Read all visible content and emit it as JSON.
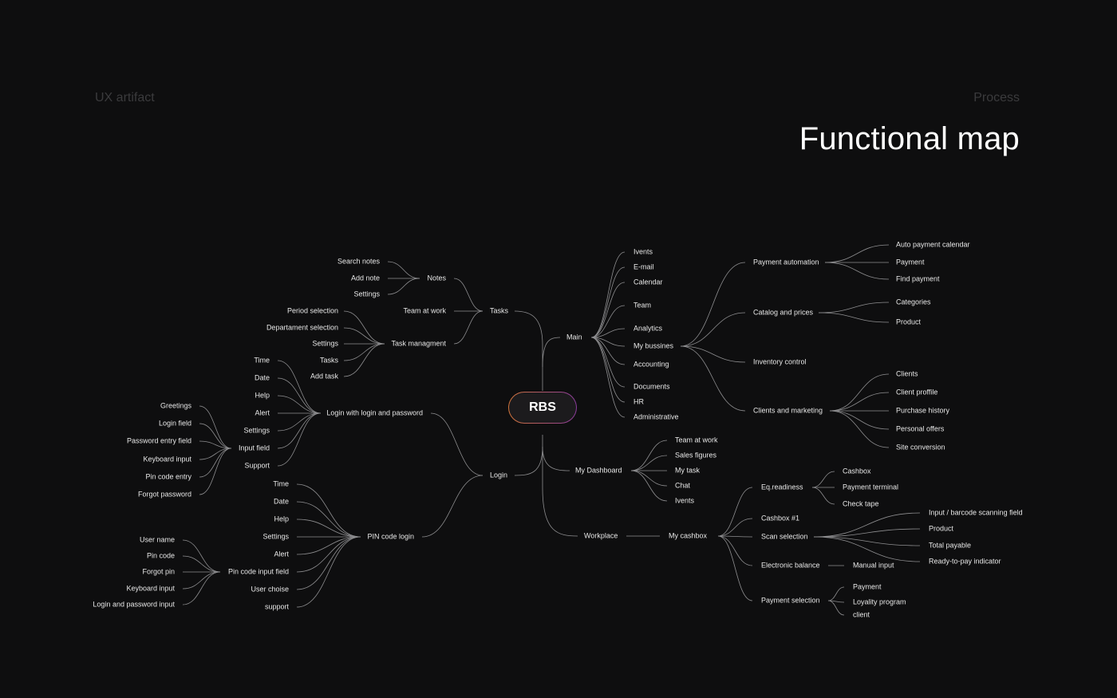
{
  "header": {
    "category": "UX artifact",
    "section": "Process",
    "title": "Functional map"
  },
  "root": "RBS",
  "tasks": {
    "label": "Tasks",
    "notes": {
      "label": "Notes",
      "items": [
        "Search notes",
        "Add note",
        "Settings"
      ]
    },
    "team_at_work": "Team at work",
    "task_management": {
      "label": "Task managment",
      "items": [
        "Period selection",
        "Departament selection",
        "Settings",
        "Tasks",
        "Add task"
      ]
    }
  },
  "login": {
    "label": "Login",
    "login_password": {
      "label": "Login with login and password",
      "items": [
        "Time",
        "Date",
        "Help",
        "Alert",
        "Settings",
        "Input field",
        "Support"
      ],
      "input_field_items": [
        "Greetings",
        "Login field",
        "Password entry field",
        "Keyboard input",
        "Pin code entry",
        "Forgot password"
      ]
    },
    "pin": {
      "label": "PIN code login",
      "items": [
        "Time",
        "Date",
        "Help",
        "Settings",
        "Alert",
        "Pin code input field",
        "User choise",
        "support"
      ],
      "pin_input_items": [
        "User name",
        "Pin code",
        "Forgot pin",
        "Keyboard input",
        "Login and password input"
      ]
    }
  },
  "main": {
    "label": "Main",
    "items": [
      "Ivents",
      "E-mail",
      "Calendar",
      "Team",
      "Analytics",
      "My bussines",
      "Accounting",
      "Documents",
      "HR",
      "Administrative"
    ],
    "business": {
      "payment_automation": {
        "label": "Payment automation",
        "items": [
          "Auto payment calendar",
          "Payment",
          "Find payment"
        ]
      },
      "catalog": {
        "label": "Catalog and prices",
        "items": [
          "Categories",
          "Product"
        ]
      },
      "inventory": "Inventory control",
      "clients_marketing": {
        "label": "Clients and marketing",
        "items": [
          "Clients",
          "Client proffile",
          "Purchase history",
          "Personal offers",
          "Site conversion"
        ]
      }
    }
  },
  "dashboard": {
    "label": "My Dashboard",
    "items": [
      "Team at work",
      "Sales figures",
      "My task",
      "Chat",
      "Ivents"
    ]
  },
  "workplace": {
    "label": "Workplace",
    "my_cashbox": {
      "label": "My cashbox",
      "eq_readiness": {
        "label": "Eq.readiness",
        "items": [
          "Cashbox",
          "Payment terminal",
          "Check tape"
        ]
      },
      "cashbox1": "Cashbox #1",
      "scan_selection": {
        "label": "Scan selection",
        "items": [
          "Input / barcode scanning field",
          "Product",
          "Total payable",
          "Ready-to-pay indicator"
        ]
      },
      "electronic_balance": {
        "label": "Electronic balance",
        "manual_input": "Manual input"
      },
      "payment_selection": {
        "label": "Payment selection",
        "items": [
          "Payment",
          "Loyality program",
          "client"
        ]
      }
    }
  }
}
